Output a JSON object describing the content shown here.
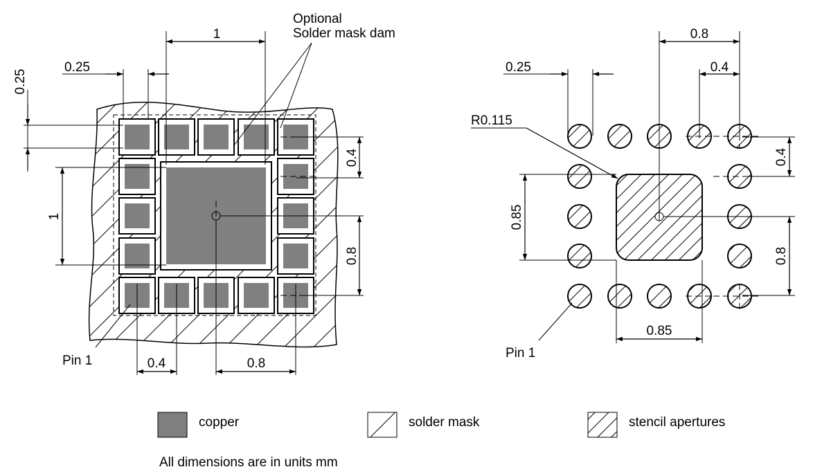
{
  "left_view": {
    "top_pitch": "1",
    "optional_note_line1": "Optional",
    "optional_note_line2": "Solder mask dam",
    "pad_width": "0.25",
    "pad_height": "0.25",
    "row_pitch_right": "0.4",
    "epad_height": "1",
    "center_to_row": "0.8",
    "bottom_pitch": "0.4",
    "bottom_center": "0.8",
    "pin1": "Pin 1"
  },
  "right_view": {
    "center_to_col": "0.8",
    "col_pitch": "0.4",
    "aperture_dia": "0.25",
    "corner_radius": "R0.115",
    "stencil_height": "0.85",
    "row_pitch_right": "0.4",
    "center_to_row": "0.8",
    "stencil_width": "0.85",
    "pin1": "Pin 1"
  },
  "legend": [
    {
      "key": "copper",
      "label": "copper",
      "color": "#808080"
    },
    {
      "key": "solder_mask",
      "label": "solder mask"
    },
    {
      "key": "stencil",
      "label": "stencil apertures"
    }
  ],
  "footnote": "All dimensions are in units mm"
}
